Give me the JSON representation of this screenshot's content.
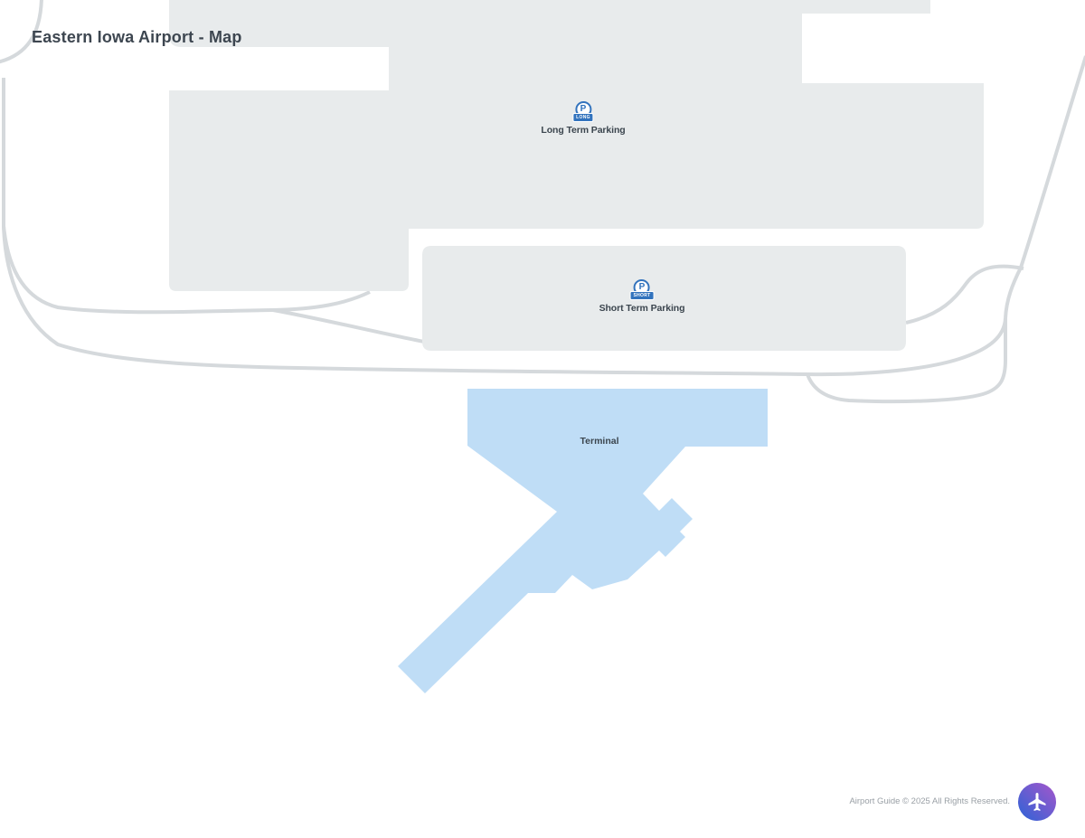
{
  "page": {
    "title": "Eastern Iowa Airport - Map"
  },
  "map": {
    "markers": [
      {
        "id": "long-term-parking",
        "letter": "P",
        "badge": "LONG",
        "label": "Long Term Parking"
      },
      {
        "id": "short-term-parking",
        "letter": "P",
        "badge": "SHORT",
        "label": "Short Term Parking"
      }
    ],
    "areas": [
      {
        "id": "terminal",
        "label": "Terminal"
      }
    ]
  },
  "footer": {
    "copyright": "Airport Guide © 2025 All Rights Reserved."
  },
  "colors": {
    "parking_lot": "#e8ebec",
    "road": "#d5d9dc",
    "terminal": "#bfddf6",
    "marker_blue": "#3273bd",
    "label_text": "#3b454e",
    "title_text": "#3d4650",
    "footer_text": "#9aa0a6",
    "logo_gradient_start": "#2c63d6",
    "logo_gradient_end": "#a656cb",
    "logo_plane": "#ffffff"
  }
}
